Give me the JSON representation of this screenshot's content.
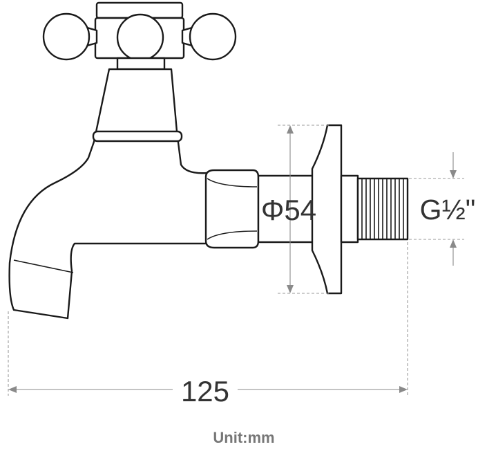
{
  "labels": {
    "diameter": "Φ54",
    "thread": "G½\"",
    "length": "125",
    "unit": "Unit:mm"
  },
  "colors": {
    "outline": "#1a1a1a",
    "dimension_line": "#8a8a8a",
    "text": "#333333",
    "unit_text": "#777777"
  }
}
